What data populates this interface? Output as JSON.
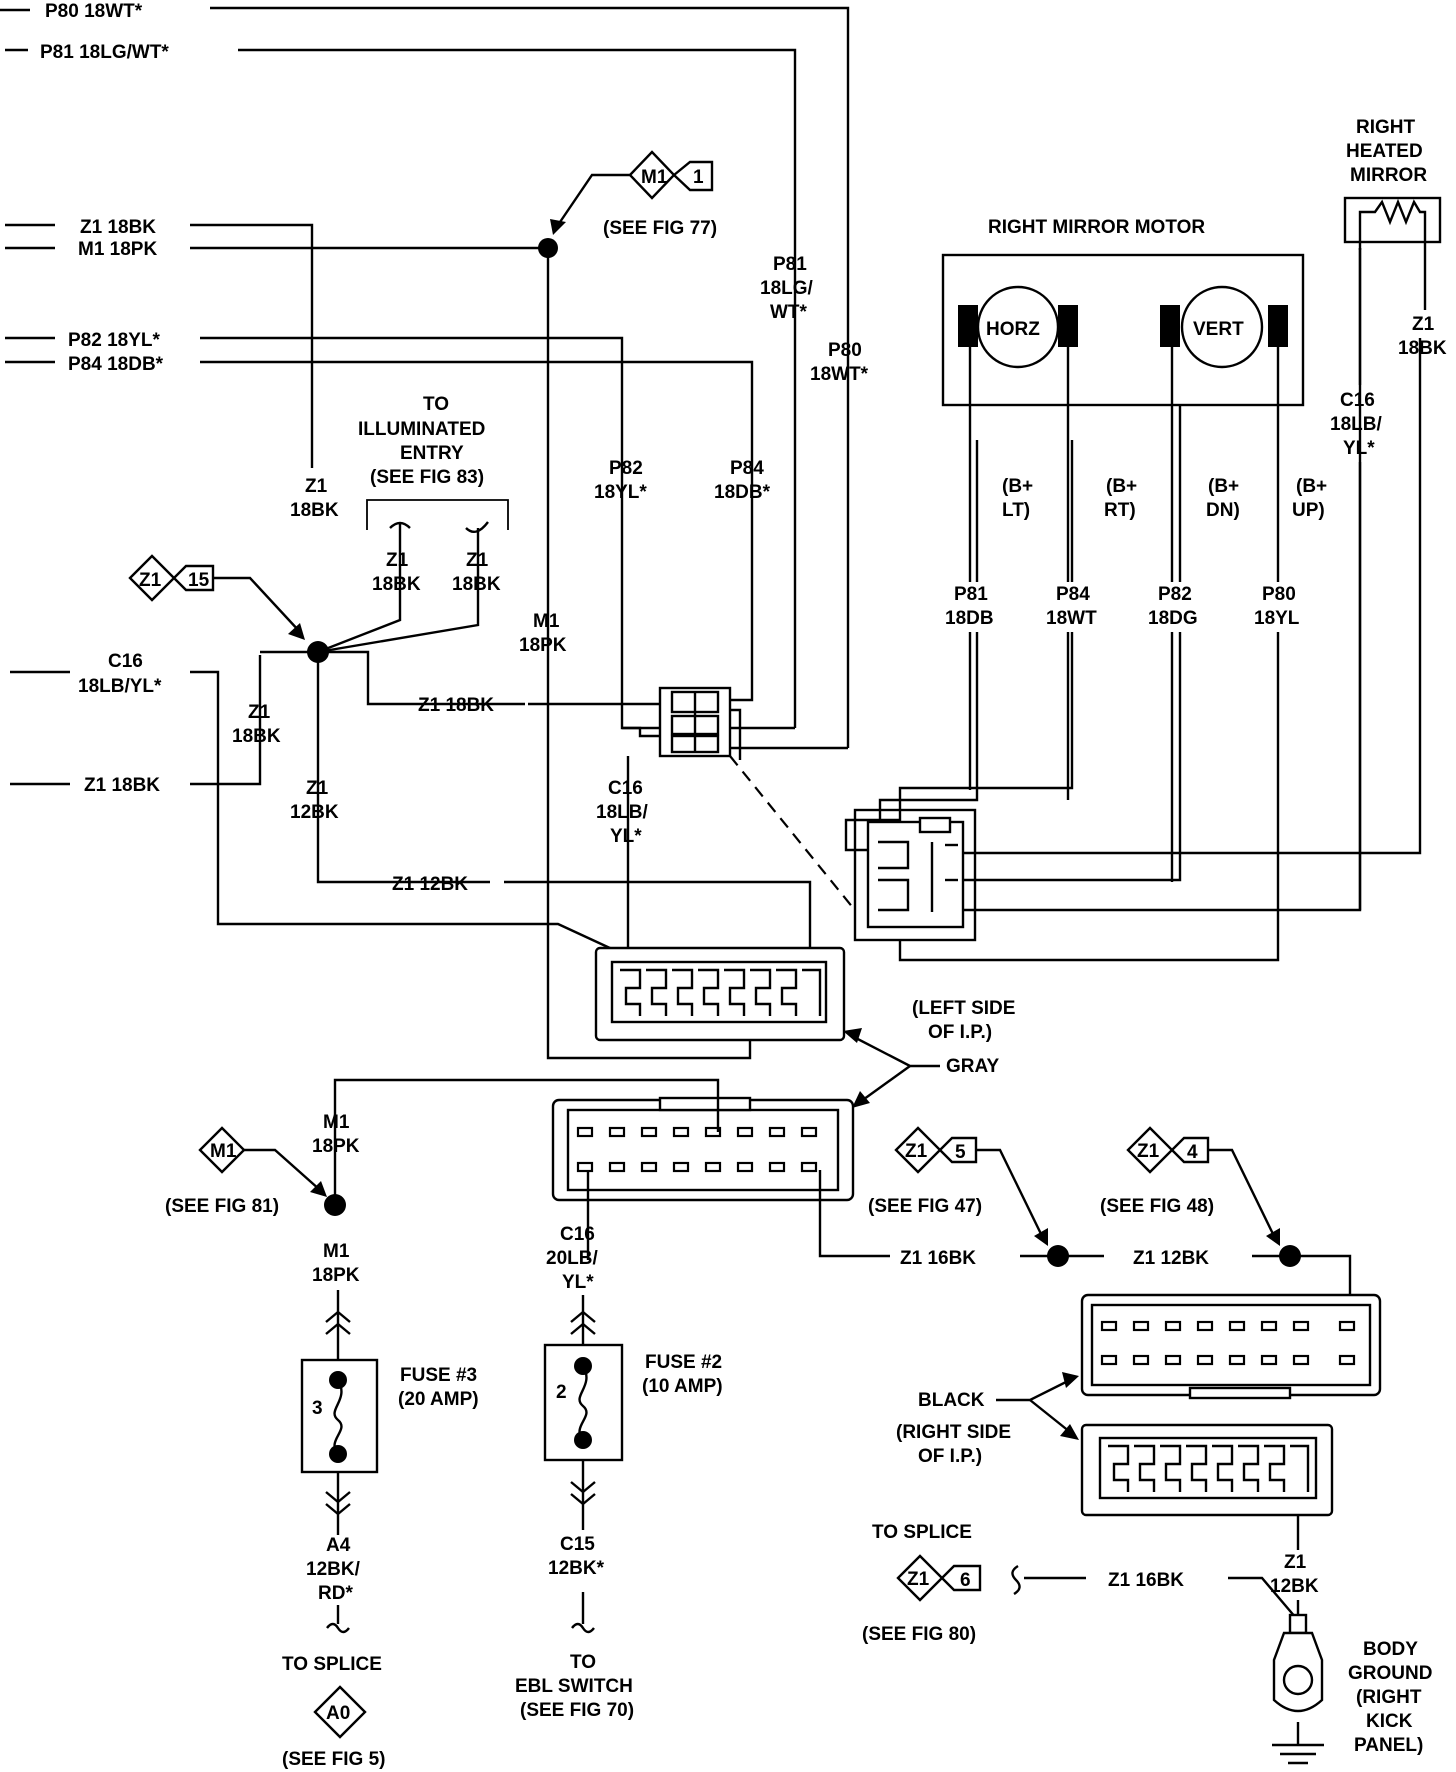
{
  "left_wires": {
    "p80": "P80 18WT*",
    "p81": "P81 18LG/WT*",
    "z1": "Z1 18BK",
    "m1": "M1 18PK",
    "p82": "P82 18YL*",
    "p84": "P84 18DB*",
    "c16_a": "C16",
    "c16_b": "18LB/YL*",
    "z1_low": "Z1 18BK"
  },
  "m1_ref": {
    "code": "M1",
    "pin": "1",
    "note": "(SEE FIG 77)"
  },
  "z1_15_ref": {
    "code": "Z1",
    "pin": "15"
  },
  "illuminated_entry": {
    "l1": "TO",
    "l2": "ILLUMINATED",
    "l3": "ENTRY",
    "l4": "(SEE FIG 83)"
  },
  "wire_labels": {
    "z1_18bk_a": "Z1",
    "z1_18bk_b": "18BK",
    "z1_il_left_a": "Z1",
    "z1_il_left_b": "18BK",
    "z1_il_right_a": "Z1",
    "z1_il_right_b": "18BK",
    "z1_left_a": "Z1",
    "z1_left_b": "18BK",
    "z1_12bk_a": "Z1",
    "z1_12bk_b": "12BK",
    "z1_h_18bk": "Z1 18BK",
    "z1_h_12bk": "Z1 12BK",
    "m1_a": "M1",
    "m1_b": "18PK",
    "p82_a": "P82",
    "p82_b": "18YL*",
    "p84_a": "P84",
    "p84_b": "18DB*",
    "p81_a": "P81",
    "p81_b": "18LG/",
    "p81_c": "WT*",
    "p80_a": "P80",
    "p80_b": "18WT*",
    "c16_a": "C16",
    "c16_b": "18LB/",
    "c16_c": "YL*"
  },
  "right_mirror_motor": {
    "title": "RIGHT MIRROR MOTOR",
    "horz": "HORZ",
    "vert": "VERT"
  },
  "heated_mirror": {
    "l1": "RIGHT",
    "l2": "HEATED",
    "l3": "MIRROR",
    "z1_a": "Z1",
    "z1_b": "18BK"
  },
  "right_c16": {
    "a": "C16",
    "b": "18LB/",
    "c": "YL*"
  },
  "b_plus": {
    "lt_a": "(B+",
    "lt_b": "LT)",
    "rt_a": "(B+",
    "rt_b": "RT)",
    "dn_a": "(B+",
    "dn_b": "DN)",
    "up_a": "(B+",
    "up_b": "UP)"
  },
  "motor_wires": {
    "p81_a": "P81",
    "p81_b": "18DB",
    "p84_a": "P84",
    "p84_b": "18WT",
    "p82_a": "P82",
    "p82_b": "18DG",
    "p80_a": "P80",
    "p80_b": "18YL"
  },
  "ip_left": {
    "a": "(LEFT SIDE",
    "b": "OF I.P.)",
    "color": "GRAY"
  },
  "m1_bottom": {
    "top_a": "M1",
    "top_b": "18PK",
    "code": "M1",
    "note": "(SEE FIG 81)",
    "bot_a": "M1",
    "bot_b": "18PK"
  },
  "fuse3": {
    "num": "3",
    "l1": "FUSE #3",
    "l2": "(20 AMP)"
  },
  "fuse2": {
    "num": "2",
    "l1": "FUSE #2",
    "l2": "(10 AMP)"
  },
  "c16_bottom": {
    "a": "C16",
    "b": "20LB/",
    "c": "YL*"
  },
  "a4": {
    "a": "A4",
    "b": "12BK/",
    "c": "RD*"
  },
  "c15": {
    "a": "C15",
    "b": "12BK*"
  },
  "splice_a0": {
    "title": "TO SPLICE",
    "code": "A0",
    "note": "(SEE FIG 5)"
  },
  "ebl": {
    "a": "TO",
    "b": "EBL SWITCH",
    "c": "(SEE FIG 70)"
  },
  "z1_5_ref": {
    "code": "Z1",
    "pin": "5",
    "note": "(SEE FIG 47)"
  },
  "z1_4_ref": {
    "code": "Z1",
    "pin": "4",
    "note": "(SEE FIG 48)"
  },
  "bottom_wires": {
    "z1_16bk": "Z1 16BK",
    "z1_12bk": "Z1 12BK",
    "z1_16bk_b": "Z1 16BK"
  },
  "ip_right": {
    "color": "BLACK",
    "a": "(RIGHT SIDE",
    "b": "OF I.P.)"
  },
  "right_z1": {
    "a": "Z1",
    "b": "12BK"
  },
  "splice_z1_6": {
    "title": "TO SPLICE",
    "code": "Z1",
    "pin": "6",
    "note": "(SEE FIG 80)"
  },
  "body_ground": {
    "a": "BODY",
    "b": "GROUND",
    "c": "(RIGHT",
    "d": "KICK",
    "e": "PANEL)"
  }
}
